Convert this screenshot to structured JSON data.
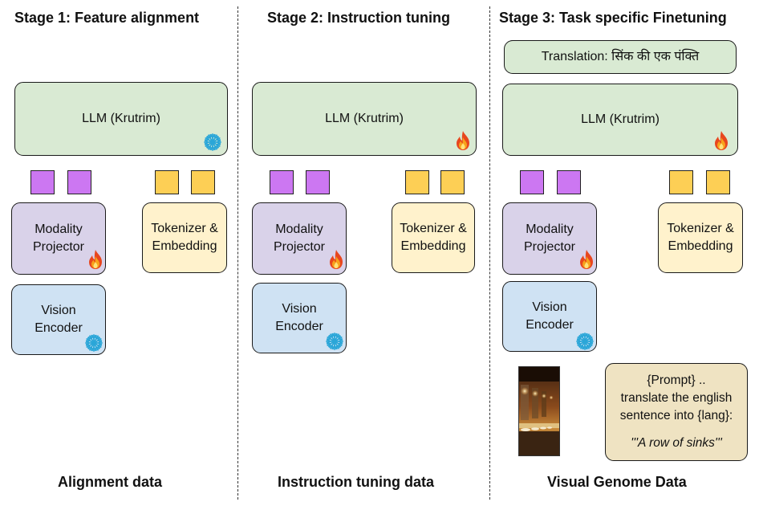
{
  "stages": [
    {
      "title": "Stage 1: Feature alignment",
      "llm_label": "LLM (Krutrim)",
      "llm_icon": "snowflake-icon",
      "projector_label_1": "Modality",
      "projector_label_2": "Projector",
      "projector_icon": "fire-icon",
      "tokenizer_label_1": "Tokenizer &",
      "tokenizer_label_2": "Embedding",
      "vision_label_1": "Vision",
      "vision_label_2": "Encoder",
      "vision_icon": "snowflake-icon",
      "footer": "Alignment data"
    },
    {
      "title": "Stage 2: Instruction tuning",
      "llm_label": "LLM (Krutrim)",
      "llm_icon": "fire-icon",
      "projector_label_1": "Modality",
      "projector_label_2": "Projector",
      "projector_icon": "fire-icon",
      "tokenizer_label_1": "Tokenizer &",
      "tokenizer_label_2": "Embedding",
      "vision_label_1": "Vision",
      "vision_label_2": "Encoder",
      "vision_icon": "snowflake-icon",
      "footer": "Instruction tuning data"
    },
    {
      "title": "Stage 3: Task specific Finetuning",
      "translation_label": "Translation: सिंक की एक पंक्ति",
      "llm_label": "LLM (Krutrim)",
      "llm_icon": "fire-icon",
      "projector_label_1": "Modality",
      "projector_label_2": "Projector",
      "projector_icon": "fire-icon",
      "tokenizer_label_1": "Tokenizer &",
      "tokenizer_label_2": "Embedding",
      "vision_label_1": "Vision",
      "vision_label_2": "Encoder",
      "vision_icon": "snowflake-icon",
      "prompt_line_1": "{Prompt} ..",
      "prompt_line_2": "translate the english",
      "prompt_line_3": "sentence into {lang}:",
      "prompt_line_4": "'''A row of sinks'''",
      "footer": "Visual Genome Data"
    }
  ],
  "colors": {
    "llm": "#d9ead3",
    "projector": "#d9d2e9",
    "tokenizer": "#fff2cc",
    "vision": "#cfe2f3",
    "purple_token": "#cc77f2",
    "yellow_token": "#fdcf55",
    "prompt": "#efe3c2"
  }
}
